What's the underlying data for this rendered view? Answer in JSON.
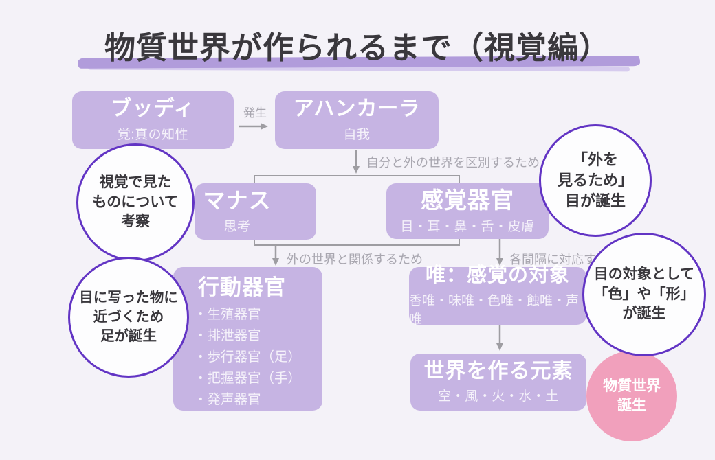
{
  "title": {
    "text": "物質世界が作られるまで（視覚編）"
  },
  "colors": {
    "background": "#f4f2f8",
    "box_fill": "#c6b4e3",
    "box_title_text": "#ffffff",
    "circle_border": "#6234c4",
    "pink_circle": "#f1a0bc",
    "underline_brush": "#b19cdb",
    "connector_gray": "#9e9da2",
    "label_gray": "#a9a7b0",
    "title_text": "#3a383d"
  },
  "boxes": [
    {
      "id": "buddhi",
      "title": "ブッディ",
      "subtitle": "覚:真の知性"
    },
    {
      "id": "ahamkara",
      "title": "アハンカーラ",
      "subtitle": "自我"
    },
    {
      "id": "manas",
      "title": "マナス",
      "subtitle": "思考"
    },
    {
      "id": "sense-organs",
      "title": "感覚器官",
      "subtitle": "目・耳・鼻・舌・皮膚"
    },
    {
      "id": "action-organs",
      "title": "行動器官",
      "items": [
        "・生殖器官",
        "・排泄器官",
        "・歩行器官（足）",
        "・把握器官（手）",
        "・発声器官"
      ]
    },
    {
      "id": "tanmatra",
      "title": "唯：感覚の対象",
      "subtitle": "香唯・味唯・色唯・蝕唯・声唯"
    },
    {
      "id": "elements",
      "title": "世界を作る元素",
      "subtitle": "空・風・火・水・土"
    }
  ],
  "labels": {
    "hassei": "発生",
    "distinguish": "自分と外の世界を区別するため",
    "relate": "外の世界と関係するため",
    "interval": "各間隔に対応するため"
  },
  "circles": [
    {
      "id": "observe-note",
      "lines": [
        "視覚で見た",
        "ものについて",
        "考察"
      ]
    },
    {
      "id": "feet-note",
      "lines": [
        "目に写った物に",
        "近づくため",
        "足が誕生"
      ]
    },
    {
      "id": "eyes-note",
      "lines": [
        "「外を",
        "見るため」",
        "目が誕生"
      ]
    },
    {
      "id": "color-shape-note",
      "lines": [
        "目の対象として",
        "「色」や「形」",
        "が誕生"
      ]
    }
  ],
  "pink": {
    "lines": [
      "物質世界",
      "誕生"
    ]
  }
}
